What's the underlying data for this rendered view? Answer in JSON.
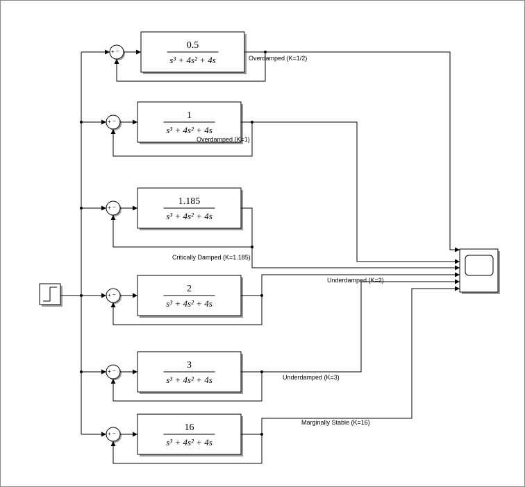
{
  "diagram": {
    "blocks": [
      {
        "id": "tf-k-half",
        "numerator": "0.5",
        "denominator": "s³ + 4s² + 4s",
        "signal_label": "Overdamped (K=1/2)"
      },
      {
        "id": "tf-k1",
        "numerator": "1",
        "denominator": "s³ + 4s² + 4s",
        "signal_label": "Overdamped (K=1)"
      },
      {
        "id": "tf-k1185",
        "numerator": "1.185",
        "denominator": "s³ + 4s² + 4s",
        "signal_label": "Critically Damped (K=1.185)"
      },
      {
        "id": "tf-k2",
        "numerator": "2",
        "denominator": "s³ + 4s² + 4s",
        "signal_label": "Underdamped (K=2)"
      },
      {
        "id": "tf-k3",
        "numerator": "3",
        "denominator": "s³ + 4s² + 4s",
        "signal_label": "Underdamped (K=3)"
      },
      {
        "id": "tf-k16",
        "numerator": "16",
        "denominator": "s³ + 4s² + 4s",
        "signal_label": "Marginally Stable (K=16)"
      }
    ],
    "sum_signs": {
      "plus": "+",
      "minus": "−"
    },
    "source_icon": "step-icon",
    "sink_icon": "scope-icon"
  }
}
